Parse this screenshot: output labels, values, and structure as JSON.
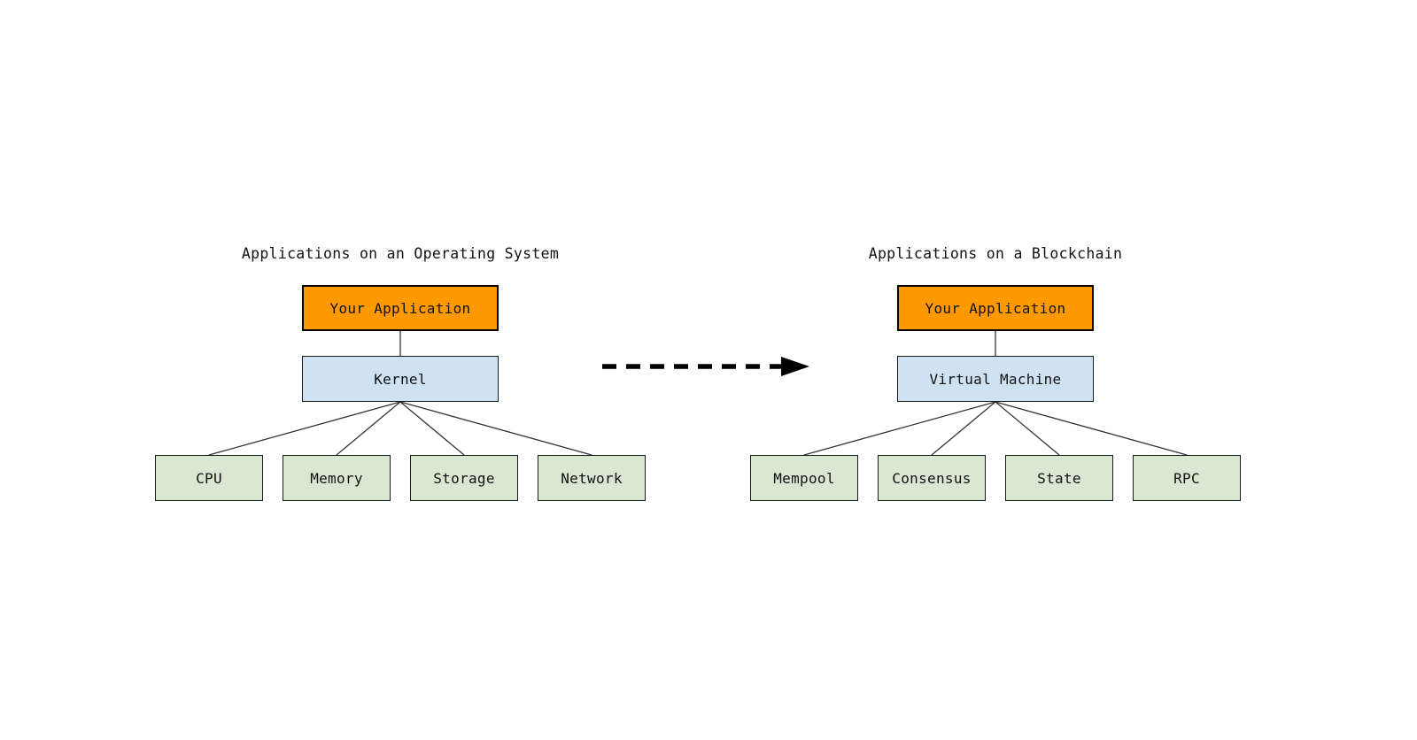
{
  "diagram": {
    "background_color": "#ffffff",
    "text_color": "#111111",
    "line_color": "#333333",
    "left_tree": {
      "title": "Applications on an Operating System",
      "app_box": {
        "label": "Your Application",
        "fill": "#ff9900",
        "border": "#000000"
      },
      "middle_box": {
        "label": "Kernel",
        "fill": "#cfe2f3",
        "border": "#1a1a1a"
      },
      "children": [
        {
          "label": "CPU"
        },
        {
          "label": "Memory"
        },
        {
          "label": "Storage"
        },
        {
          "label": "Network"
        }
      ],
      "child_fill": "#d9e7d3"
    },
    "right_tree": {
      "title": "Applications on a Blockchain",
      "app_box": {
        "label": "Your Application",
        "fill": "#ff9900",
        "border": "#000000"
      },
      "middle_box": {
        "label": "Virtual Machine",
        "fill": "#cfe2f3",
        "border": "#1a1a1a"
      },
      "children": [
        {
          "label": "Mempool"
        },
        {
          "label": "Consensus"
        },
        {
          "label": "State"
        },
        {
          "label": "RPC"
        }
      ],
      "child_fill": "#d9e7d3"
    },
    "arrow": {
      "style": "dashed",
      "direction": "left-to-right",
      "color": "#000000"
    }
  }
}
